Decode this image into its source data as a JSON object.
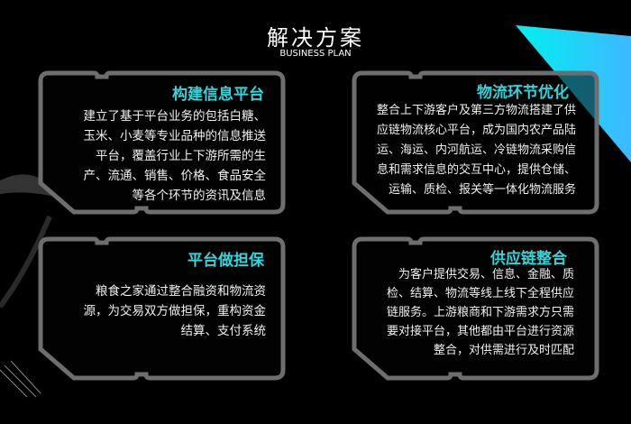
{
  "header": {
    "title": "解决方案",
    "subtitle": "BUSINESS PLAN"
  },
  "colors": {
    "background": "#000000",
    "accent": "#2fd6dc",
    "card_border": "#6e6e6e",
    "text": "#f0f0f0"
  },
  "cards": [
    {
      "title": "构建信息平台",
      "lines": [
        "建立了基于平台业务的包括白糖、",
        "玉米、小麦等专业品种的信息推送",
        "平台，覆盖行业上下游所需的生",
        "产、流通、销售、价格、食品安全",
        "等各个环节的资讯及信息"
      ]
    },
    {
      "title": "物流环节优化",
      "lines": [
        "整合上下游客户及第三方物流搭建了供",
        "应链物流核心平台，成为国内农产品陆",
        "运、海运、内河航运、冷链物流采购信",
        "息和需求信息的交互中心，提供仓储、",
        "运输、质检、报关等一体化物流服务"
      ]
    },
    {
      "title": "平台做担保",
      "lines": [
        "粮食之家通过整合融资和物流资",
        "源，为交易双方做担保，重构资金",
        "结算、支付系统"
      ]
    },
    {
      "title": "供应链整合",
      "lines": [
        "为客户提供交易、信息、金融、质",
        "检、结算、物流等线上线下全程供应",
        "链服务。上游粮商和下游需求方只需",
        "要对接平台，其他都由平台进行资源",
        "整合，对供需进行及时匹配"
      ]
    }
  ]
}
